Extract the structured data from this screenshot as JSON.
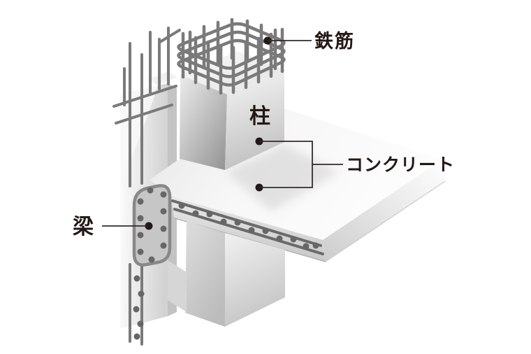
{
  "labels": {
    "rebar": "鉄筋",
    "column": "柱",
    "concrete": "コンクリート",
    "beam": "梁"
  },
  "colors": {
    "background": "#ffffff",
    "label_text": "#231815",
    "leader_line": "#332b29",
    "rebar_gray": "#7a7a7a",
    "rebar_dot": "#666666",
    "beam_face_fill": "#c6c6c6",
    "beam_face_outline": "#888888",
    "concrete_light": "#f4f4f4",
    "concrete_shadow": "#9e9e9e"
  }
}
